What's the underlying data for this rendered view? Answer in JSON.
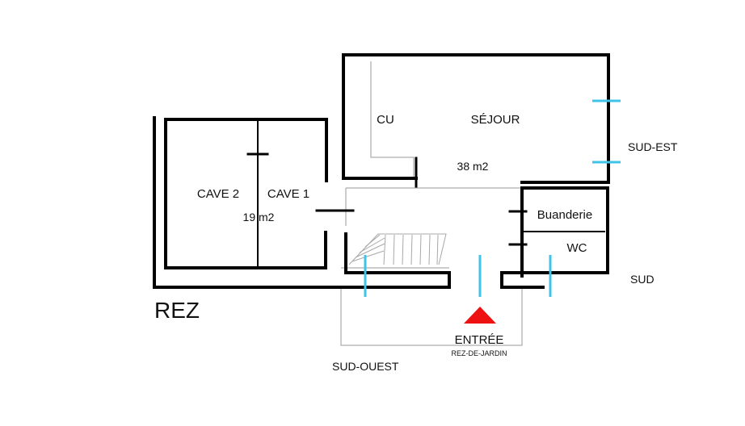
{
  "floor_label": "REZ",
  "rooms": {
    "cave2": "CAVE 2",
    "cave1": "CAVE 1",
    "caves_area": "19 m2",
    "cuisine": "CU",
    "sejour": "SÉJOUR",
    "sejour_area": "38 m2",
    "buanderie": "Buanderie",
    "wc": "WC"
  },
  "orientations": {
    "sud_est": "SUD-EST",
    "sud": "SUD",
    "sud_ouest": "SUD-OUEST"
  },
  "entrance": {
    "label": "ENTRÉE",
    "sublabel": "REZ-DE-JARDIN"
  },
  "colors": {
    "wall": "#000000",
    "window": "#3fc3e8",
    "entrance_arrow": "#ee1111",
    "thin_line": "#9a9a9a"
  }
}
